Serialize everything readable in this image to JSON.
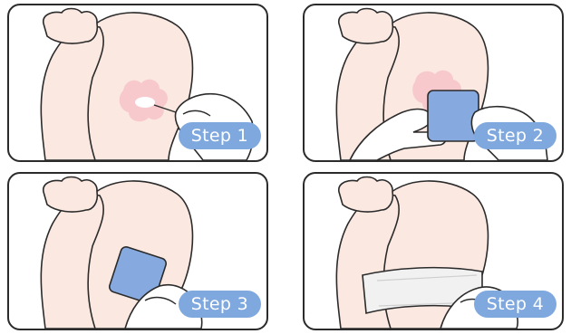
{
  "steps": [
    {
      "label": "Step 1"
    },
    {
      "label": "Step 2"
    },
    {
      "label": "Step 3"
    },
    {
      "label": "Step 4"
    }
  ],
  "colors": {
    "skin": "#fbe8e1",
    "skin_shade": "#f7d7cd",
    "irritation": "#f7c9cc",
    "patch": "#86aadf",
    "badge": "#7fa8df",
    "outline": "#2b2b2b",
    "bandage": "#f1f1f1"
  },
  "icons": [
    "arm-illustration",
    "hand-icon",
    "patch-icon",
    "swab-icon",
    "bandage-icon"
  ]
}
